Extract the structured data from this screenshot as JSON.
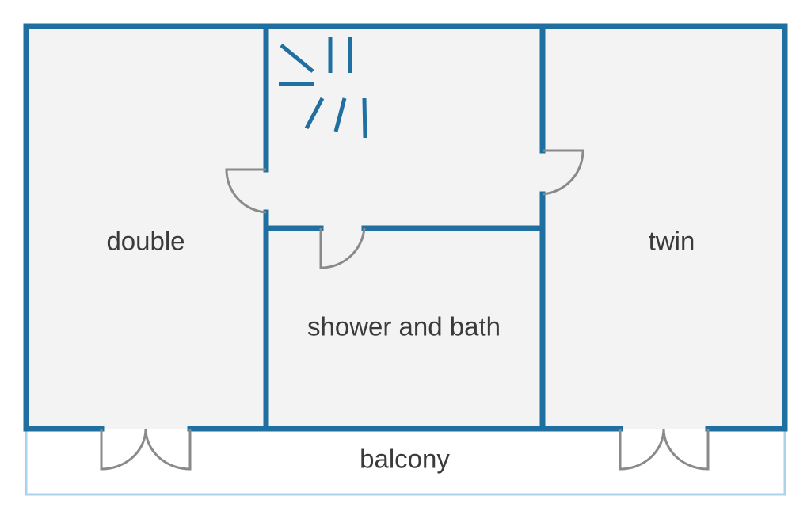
{
  "colors": {
    "wall": "#1f6fa0",
    "balcony_outline": "#a9d3ec",
    "room_fill": "#f3f3f3",
    "balcony_fill": "#ffffff",
    "door": "#8a8a8a",
    "text": "#3a3a3a"
  },
  "rooms": {
    "double": "double",
    "twin": "twin",
    "bathroom": "shower and bath",
    "balcony": "balcony"
  },
  "icons": {
    "stairs": "stairs-symbol-icon"
  }
}
